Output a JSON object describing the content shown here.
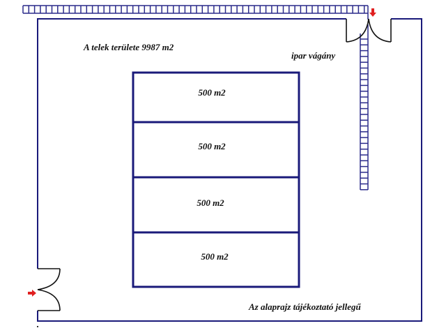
{
  "plot_area_label": "A telek területe 9987 m2",
  "rail_label": "ipar vágány",
  "disclaimer": "Az alaprajz tájékoztató jellegű",
  "units": [
    {
      "label": "500 m2"
    },
    {
      "label": "500 m2"
    },
    {
      "label": "500 m2"
    },
    {
      "label": "500 m2"
    }
  ],
  "colors": {
    "wall": "#1a1a7a",
    "building": "#1a1a7a",
    "door": "#111111",
    "entrance_arrow": "#e02020"
  },
  "icons": {
    "entrance": "red-arrow-icon",
    "door": "double-door-icon",
    "rail": "rail-track-icon"
  }
}
